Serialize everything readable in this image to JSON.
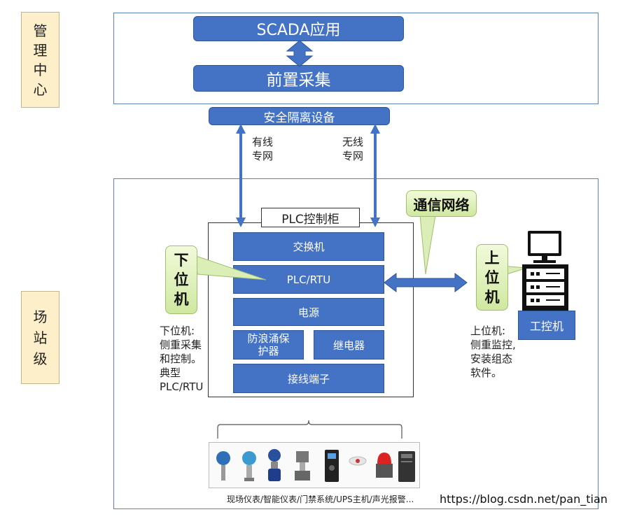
{
  "levels": {
    "top": [
      "管",
      "理",
      "中",
      "心"
    ],
    "bottom": [
      "场",
      "站",
      "级"
    ]
  },
  "center": {
    "scada": "SCADA应用",
    "pre_collect": "前置采集",
    "isolation": "安全隔离设备"
  },
  "links": {
    "wired": [
      "有线",
      "专网"
    ],
    "wireless": [
      "无线",
      "专网"
    ],
    "network_callout": "通信网络"
  },
  "cabinet": {
    "title": "PLC控制柜",
    "switch": "交换机",
    "plc": "PLC/RTU",
    "power": "电源",
    "surge": [
      "防浪涌保",
      "护器"
    ],
    "relay": "继电器",
    "terminal": "接线端子"
  },
  "lower": {
    "callout": [
      "下",
      "位",
      "机"
    ],
    "note": [
      "下位机:",
      "侧重采集",
      "和控制。",
      "典型",
      "PLC/RTU"
    ]
  },
  "upper": {
    "callout": [
      "上",
      "位",
      "机"
    ],
    "ipc_label": "工控机",
    "note": [
      "上位机:",
      "侧重监控,",
      "安装组态",
      "软件。"
    ]
  },
  "devices": {
    "caption": "现场仪表/智能仪表/门禁系统/UPS主机/声光报警..."
  },
  "watermark": "https://blog.csdn.net/pan_tian",
  "colors": {
    "box_blue": "#4472c4",
    "frame_blue": "#5c84b1",
    "level_bg": "#fdefc9",
    "callout_green": "#cfe8a0"
  }
}
